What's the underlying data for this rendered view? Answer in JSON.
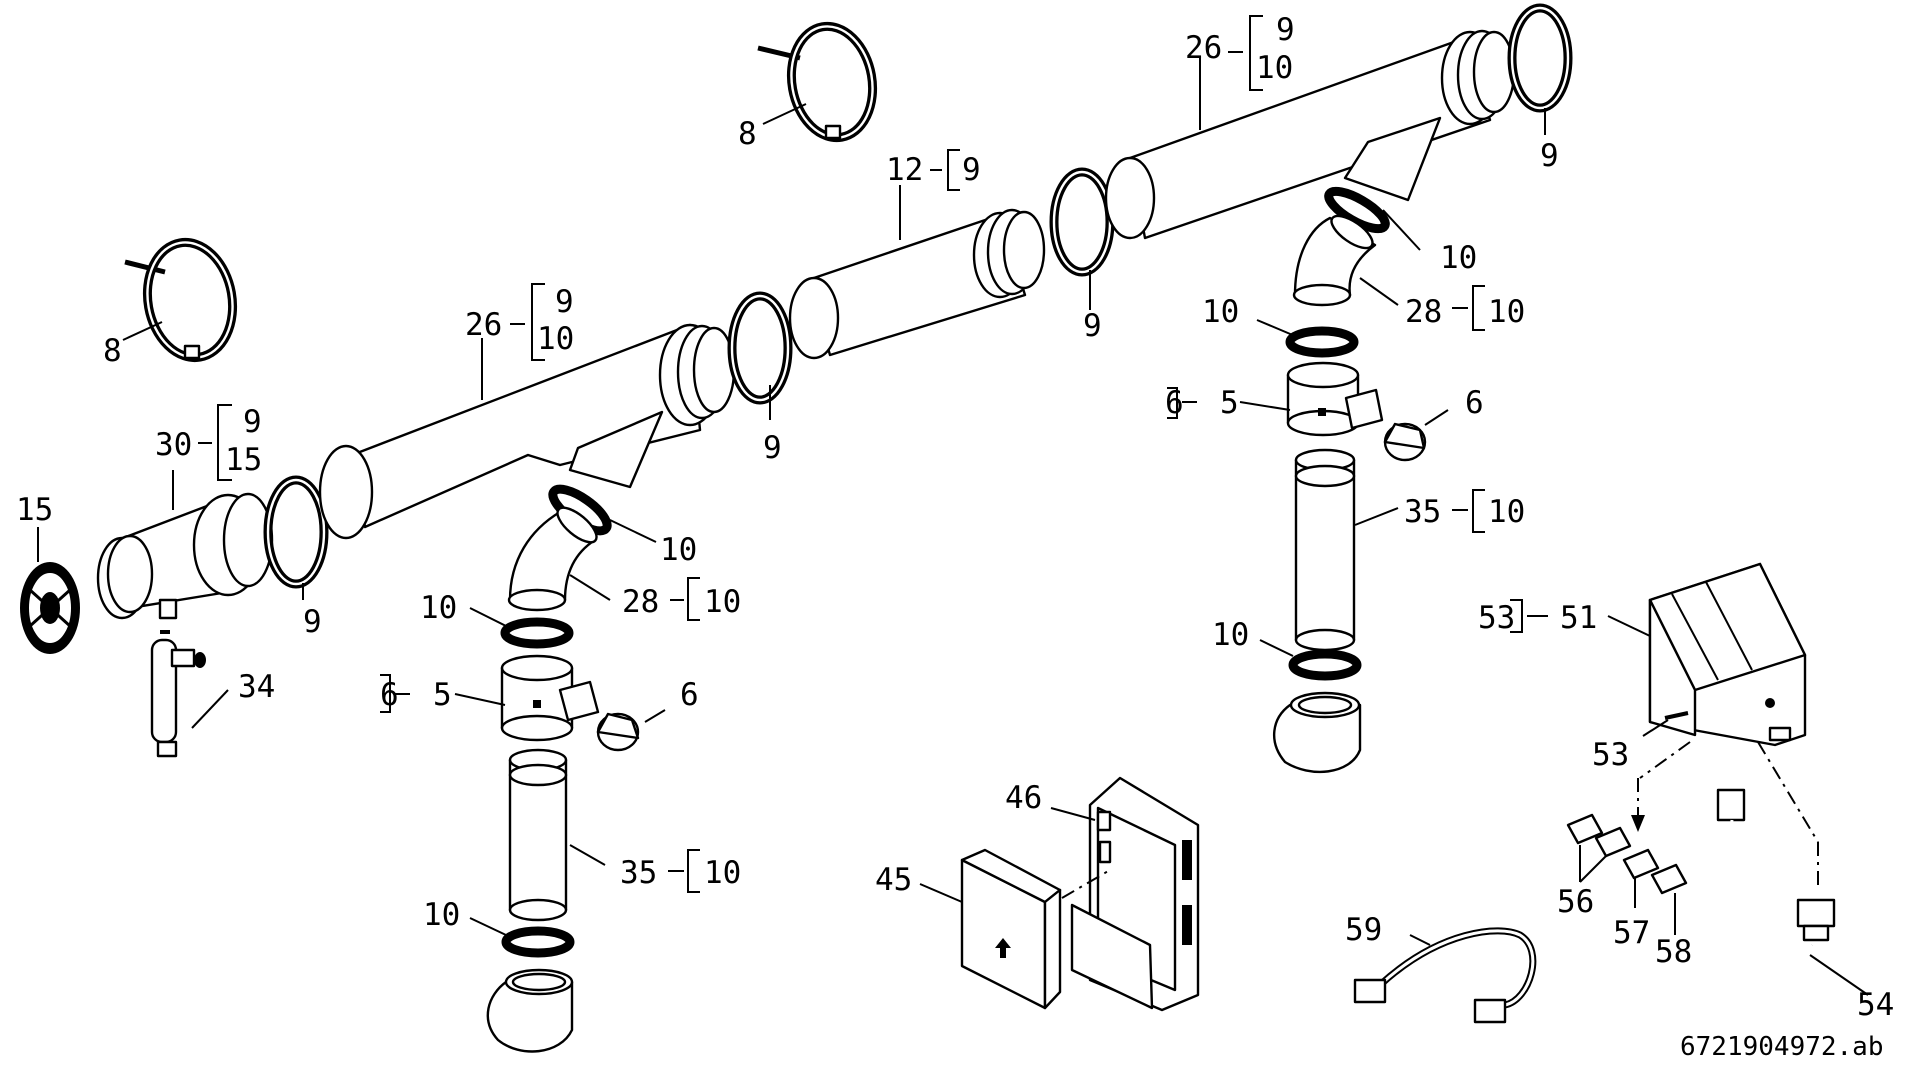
{
  "diagram": {
    "reference_code": "6721904972.ab",
    "labels": {
      "clamp_left": "8",
      "clamp_top": "8",
      "tee1_main": "26",
      "tee1_sub_a": "9",
      "tee1_sub_b": "10",
      "tee2_main": "26",
      "tee2_sub_a": "9",
      "tee2_sub_b": "10",
      "pipe_main": "12",
      "pipe_sub": "9",
      "adapter_main": "30",
      "adapter_sub_a": "9",
      "adapter_sub_b": "15",
      "cap": "15",
      "seal_a": "9",
      "seal_b": "9",
      "seal_c": "9",
      "seal_d": "9",
      "seal_l1": "10",
      "seal_l2": "10",
      "seal_l3": "10",
      "seal_r1": "10",
      "seal_r2": "10",
      "seal_r3": "10",
      "elbow_l_main": "28",
      "elbow_l_sub": "10",
      "elbow_r_main": "28",
      "elbow_r_sub": "10",
      "insp_l_sub": "6",
      "insp_l_main": "5",
      "insp_l_plug": "6",
      "insp_r_sub": "6",
      "insp_r_main": "5",
      "insp_r_plug": "6",
      "pipe_l_main": "35",
      "pipe_l_sub": "10",
      "pipe_r_main": "35",
      "pipe_r_sub": "10",
      "trap": "34",
      "box_open": "46",
      "box_lid": "45",
      "module_sub": "53",
      "module_main": "51",
      "module_screw": "53",
      "connector_a": "56",
      "connector_b": "57",
      "connector_c": "58",
      "cable_right": "54",
      "cable_left": "59"
    }
  }
}
